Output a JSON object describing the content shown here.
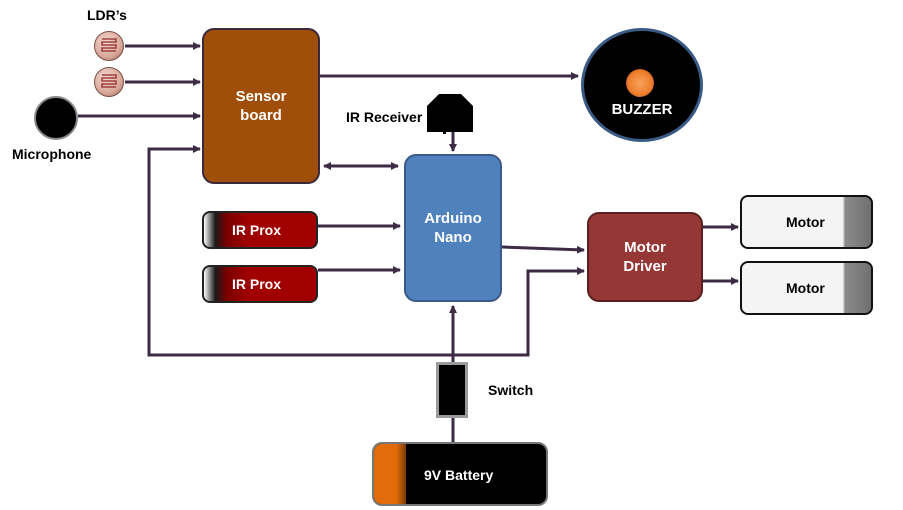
{
  "labels": {
    "ldrs": "LDR’s",
    "microphone": "Microphone",
    "sensor_board_1": "Sensor",
    "sensor_board_2": "board",
    "ir_receiver": "IR Receiver",
    "buzzer": "BUZZER",
    "arduino_1": "Arduino",
    "arduino_2": "Nano",
    "ir_prox_1": "IR Prox",
    "ir_prox_2": "IR Prox",
    "motor_driver_1": "Motor",
    "motor_driver_2": "Driver",
    "motor_1": "Motor",
    "motor_2": "Motor",
    "switch": "Switch",
    "battery": "9V Battery"
  },
  "colors": {
    "sensor_board": "#a04f0a",
    "arduino": "#4f81bd",
    "motor_driver": "#953735",
    "ir_prox": "#a00000",
    "buzzer_glow": "#f08a3c",
    "battery_accent": "#e36c0a",
    "wire": "#3d2b45"
  }
}
